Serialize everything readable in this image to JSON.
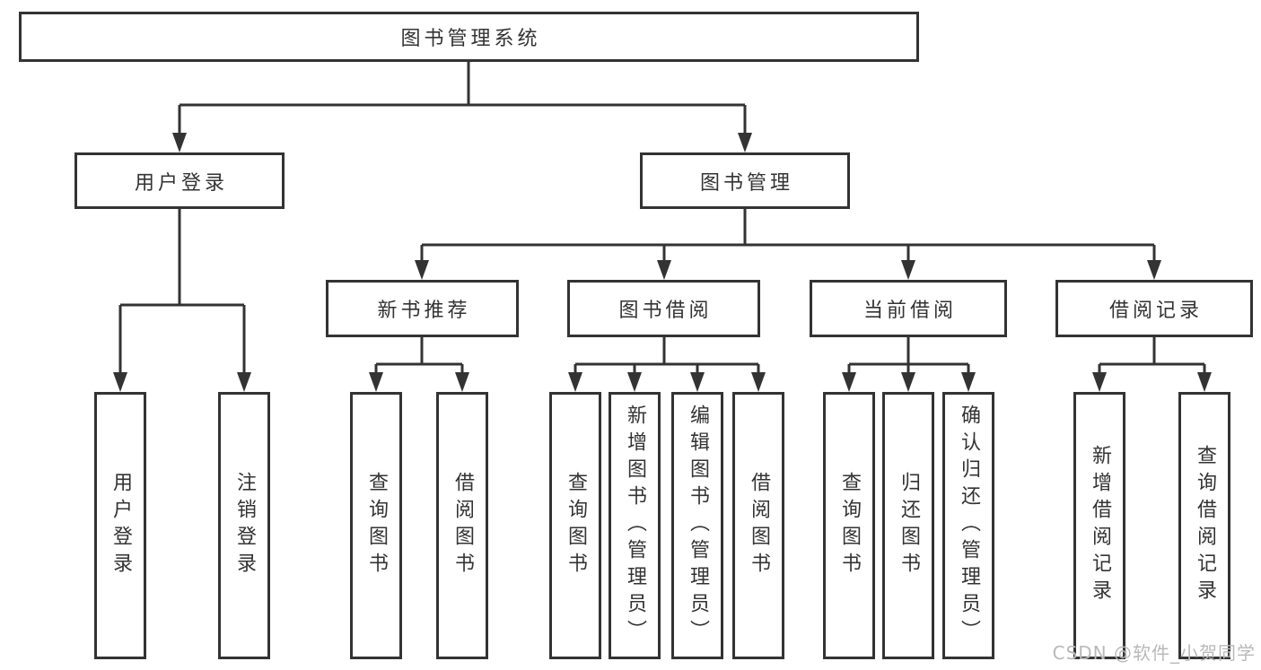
{
  "title": "图书管理系统",
  "tree": {
    "root": {
      "label": "图书管理系统"
    },
    "level2": [
      {
        "label": "用户登录"
      },
      {
        "label": "图书管理"
      }
    ],
    "level3": [
      {
        "label": "新书推荐"
      },
      {
        "label": "图书借阅"
      },
      {
        "label": "当前借阅"
      },
      {
        "label": "借阅记录"
      }
    ],
    "leaves": {
      "user_login": [
        {
          "label": "用户登录"
        },
        {
          "label": "注销登录"
        }
      ],
      "new_book_recommend": [
        {
          "label": "查询图书"
        },
        {
          "label": "借阅图书"
        }
      ],
      "book_borrow": [
        {
          "label": "查询图书"
        },
        {
          "label": "新增图书（管理员）"
        },
        {
          "label": "编辑图书（管理员）"
        },
        {
          "label": "借阅图书"
        }
      ],
      "current_borrow": [
        {
          "label": "查询图书"
        },
        {
          "label": "归还图书"
        },
        {
          "label": "确认归还（管理员）"
        }
      ],
      "borrow_records": [
        {
          "label": "新增借阅记录"
        },
        {
          "label": "查询借阅记录"
        }
      ]
    }
  },
  "watermark": "CSDN @软件_小贺同学",
  "colors": {
    "line": "#333333",
    "box_border": "#333333",
    "text": "#333333",
    "background": "#ffffff",
    "watermark": "#b9b9b9"
  }
}
